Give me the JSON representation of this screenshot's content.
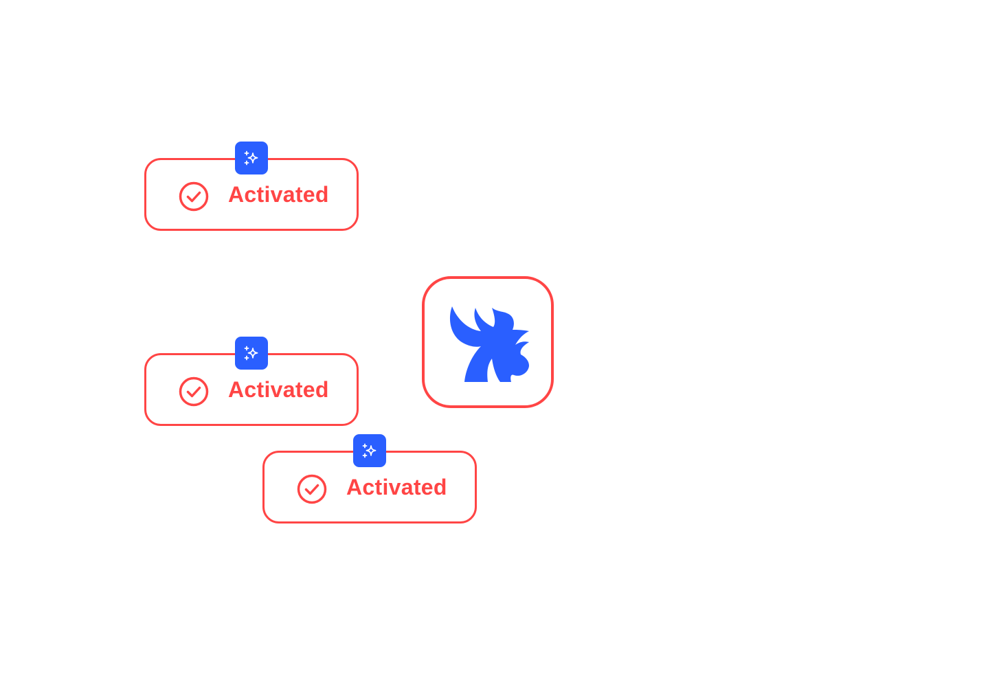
{
  "colors": {
    "accent": "#FF4545",
    "badge": "#2A5FFF"
  },
  "items": [
    {
      "label": "Activated",
      "icon": "check-circle-icon",
      "badge_icon": "sparkles-icon"
    },
    {
      "label": "Activated",
      "icon": "check-circle-icon",
      "badge_icon": "sparkles-icon"
    },
    {
      "label": "Activated",
      "icon": "check-circle-icon",
      "badge_icon": "sparkles-icon"
    }
  ],
  "logo": {
    "icon": "rooster-logo-icon"
  }
}
